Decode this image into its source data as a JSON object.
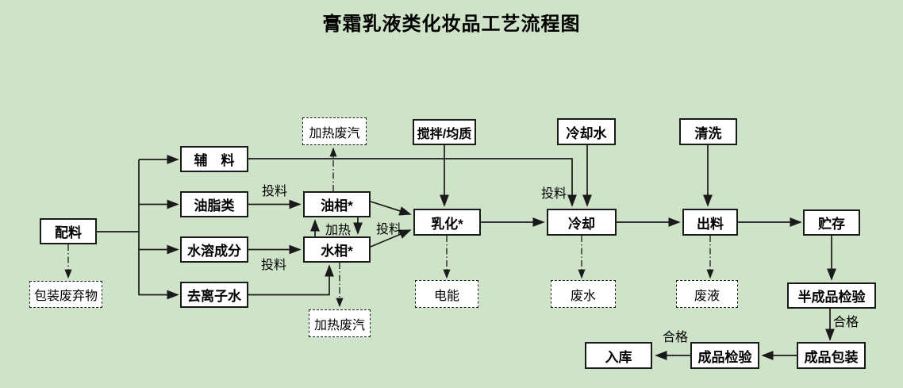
{
  "title": "膏霜乳液类化妆品工艺流程图",
  "colors": {
    "background": "#cfe3c8",
    "box_fill": "#ffffff",
    "line": "#1a1a1a"
  },
  "nodes": {
    "peiliao": "配料",
    "fuliao": "辅　料",
    "youzhilei": "油脂类",
    "shuirong": "水溶成分",
    "qulizi": "去离子水",
    "youxiang": "油相*",
    "shuixiang": "水相*",
    "jiaoban": "搅拌/均质",
    "ruhua": "乳化*",
    "lengqueshui": "冷却水",
    "lengque": "冷却",
    "qingxi": "清洗",
    "chuliao": "出料",
    "zhucun": "贮存",
    "banchengpin_jianyan": "半成品检验",
    "chengpin_baozhuang": "成品包装",
    "chengpin_jianyan": "成品检验",
    "ruku": "入库"
  },
  "waste_nodes": {
    "baozhuang_feiqiwu": "包装废弃物",
    "jiare_feiqi_top": "加热废汽",
    "jiare_feiqi_bottom": "加热废汽",
    "dianneng": "电能",
    "feishui": "废水",
    "feiye": "废液"
  },
  "edge_labels": {
    "touliao": "投料",
    "jiare": "加热",
    "hege": "合格"
  }
}
